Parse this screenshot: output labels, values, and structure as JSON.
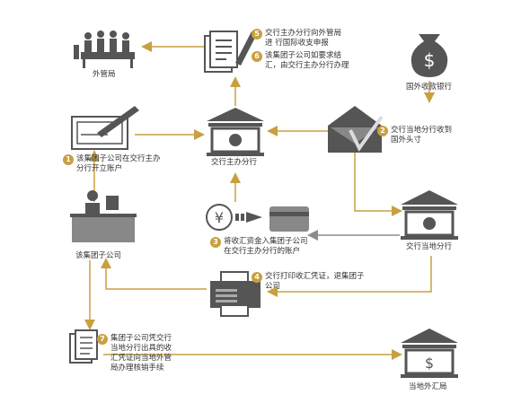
{
  "colors": {
    "gold": "#c8a040",
    "gray": "#8c8c8c",
    "dark": "#555555"
  },
  "nodes": {
    "waiguanju": "外管局",
    "foreign_bank": "国外收款银行",
    "main_branch": "交行主办分行",
    "local_branch": "交行当地分行",
    "subsidiary": "该集团子公司",
    "local_forex": "当地外汇局"
  },
  "steps": [
    {
      "num": "1",
      "lines": [
        "该集团子公司在交行主办",
        "分行开立账户"
      ]
    },
    {
      "num": "2",
      "lines": [
        "交行当地分行收到",
        "国外头寸"
      ]
    },
    {
      "num": "3",
      "lines": [
        "将收汇资金入集团子公司",
        "在交行主办分行的账户"
      ]
    },
    {
      "num": "4",
      "lines": [
        "交行打印收汇凭证，退集团子",
        "公司"
      ]
    },
    {
      "num": "5",
      "lines": [
        "交行主办分行向外管局",
        "进 行国际收支申报"
      ]
    },
    {
      "num": "6",
      "lines": [
        "该集团子公司如要求结",
        "汇，由交行主办分行办理"
      ]
    },
    {
      "num": "7",
      "lines": [
        "集团子公司凭交行",
        "当地分行出具的收",
        "汇凭证向当地外管",
        "局办理核销手续"
      ]
    }
  ],
  "icons": {
    "currency_symbol": "¥",
    "dollar_symbol": "$"
  }
}
